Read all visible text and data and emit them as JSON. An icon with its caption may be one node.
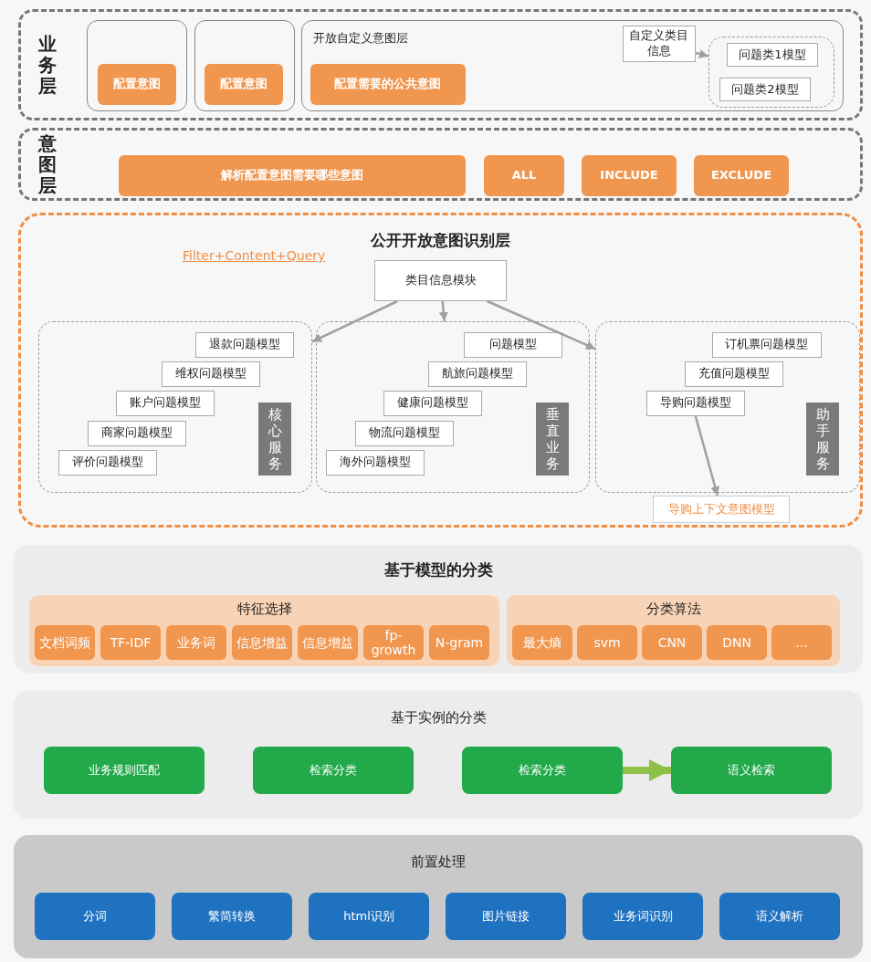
{
  "diagram": {
    "nodes": [
      {
        "text": [
          "业务层"
        ]
      },
      {
        "text": [],
        "shape": "box",
        "in": 0
      },
      {
        "text": [
          "配置意图"
        ],
        "in": 1
      },
      {
        "text": [],
        "shape": "box",
        "in": 0
      },
      {
        "text": [
          "配置意图"
        ],
        "in": 3
      },
      {
        "text": [
          "开放自定义意图层"
        ],
        "in": 0
      },
      {
        "text": [
          "配置需要的公共意图"
        ],
        "in": 5
      },
      {
        "text": [
          "自定义类目信息"
        ],
        "in": 5
      },
      {
        "text": [],
        "shape": "box",
        "in": 5
      },
      {
        "text": [
          "问题类1模型"
        ],
        "in": 8
      },
      {
        "text": [
          "问题类2模型"
        ],
        "in": 8
      },
      {
        "text": [
          "意图层"
        ]
      },
      {
        "text": [
          "解析配置意图需要哪些意图"
        ],
        "in": 11
      },
      {
        "text": [
          "ALL"
        ],
        "in": 11
      },
      {
        "text": [
          "INCLUDE"
        ],
        "in": 11
      },
      {
        "text": [
          "EXCLUDE"
        ],
        "in": 11
      },
      {
        "text": [
          "公开开放意图识别层"
        ]
      },
      {
        "text": [
          "类目信息模块"
        ],
        "in": 16
      },
      {
        "text": [
          "核心服务"
        ],
        "in": 16
      },
      {
        "text": [
          "退款问题模型"
        ],
        "in": 18
      },
      {
        "text": [
          "维权问题模型"
        ],
        "in": 18
      },
      {
        "text": [
          "账户问题模型"
        ],
        "in": 18
      },
      {
        "text": [
          "商家问题模型"
        ],
        "in": 18
      },
      {
        "text": [
          "评价问题模型"
        ],
        "in": 18
      },
      {
        "text": [
          "垂直业务"
        ],
        "in": 16
      },
      {
        "text": [
          "问题模型"
        ],
        "in": 24
      },
      {
        "text": [
          "航旅问题模型"
        ],
        "in": 24
      },
      {
        "text": [
          "健康问题模型"
        ],
        "in": 24
      },
      {
        "text": [
          "物流问题模型"
        ],
        "in": 24
      },
      {
        "text": [
          "海外问题模型"
        ],
        "in": 24
      },
      {
        "text": [
          "助手服务"
        ],
        "in": 16
      },
      {
        "text": [
          "订机票问题模型"
        ],
        "in": 30
      },
      {
        "text": [
          "充值问题模型"
        ],
        "in": 30
      },
      {
        "text": [
          "导购问题模型"
        ],
        "in": 30
      },
      {
        "text": [
          "导购上下文意图模型"
        ],
        "in": 16
      },
      {
        "text": [
          "基于模型的分类"
        ]
      },
      {
        "text": [
          "特征选择"
        ],
        "in": 35
      },
      {
        "text": [
          "文档词频"
        ],
        "in": 36
      },
      {
        "text": [
          "TF-IDF"
        ],
        "in": 36
      },
      {
        "text": [
          "业务词"
        ],
        "in": 36
      },
      {
        "text": [
          "信息增益"
        ],
        "in": 36
      },
      {
        "text": [
          "信息增益"
        ],
        "in": 36
      },
      {
        "text": [
          "fp-growth"
        ],
        "in": 36
      },
      {
        "text": [
          "N-gram"
        ],
        "in": 36
      },
      {
        "text": [
          "分类算法"
        ],
        "in": 35
      },
      {
        "text": [
          "最大熵"
        ],
        "in": 44
      },
      {
        "text": [
          "svm"
        ],
        "in": 44
      },
      {
        "text": [
          "CNN"
        ],
        "in": 44
      },
      {
        "text": [
          "DNN"
        ],
        "in": 44
      },
      {
        "text": [
          "..."
        ],
        "in": 44
      },
      {
        "text": [
          "基于实例的分类"
        ]
      },
      {
        "text": [
          "业务规则匹配"
        ],
        "in": 50
      },
      {
        "text": [
          "检索分类"
        ],
        "in": 50
      },
      {
        "text": [
          "检索分类"
        ],
        "in": 50
      },
      {
        "text": [
          "语义检索"
        ],
        "in": 50
      },
      {
        "text": [
          "前置处理"
        ]
      },
      {
        "text": [
          "分词"
        ],
        "in": 55
      },
      {
        "text": [
          "繁简转换"
        ],
        "in": 55
      },
      {
        "text": [
          "html识别"
        ],
        "in": 55
      },
      {
        "text": [
          "图片链接"
        ],
        "in": 55
      },
      {
        "text": [
          "业务词识别"
        ],
        "in": 55
      },
      {
        "text": [
          "语义解析"
        ],
        "in": 55
      }
    ],
    "edges": [
      {
        "from": 7,
        "to": 8,
        "arrow": "to"
      },
      {
        "from": 17,
        "to": 18,
        "arrow": "to"
      },
      {
        "from": 17,
        "to": 24,
        "arrow": "to"
      },
      {
        "from": 17,
        "to": 30,
        "arrow": "to"
      },
      {
        "from": 33,
        "to": 34,
        "arrow": "to"
      },
      {
        "from": 53,
        "to": 54,
        "arrow": "to",
        "style": "thick",
        "color": "#8fc14a"
      }
    ],
    "labels": [
      "Filter+Content+Query"
    ]
  }
}
